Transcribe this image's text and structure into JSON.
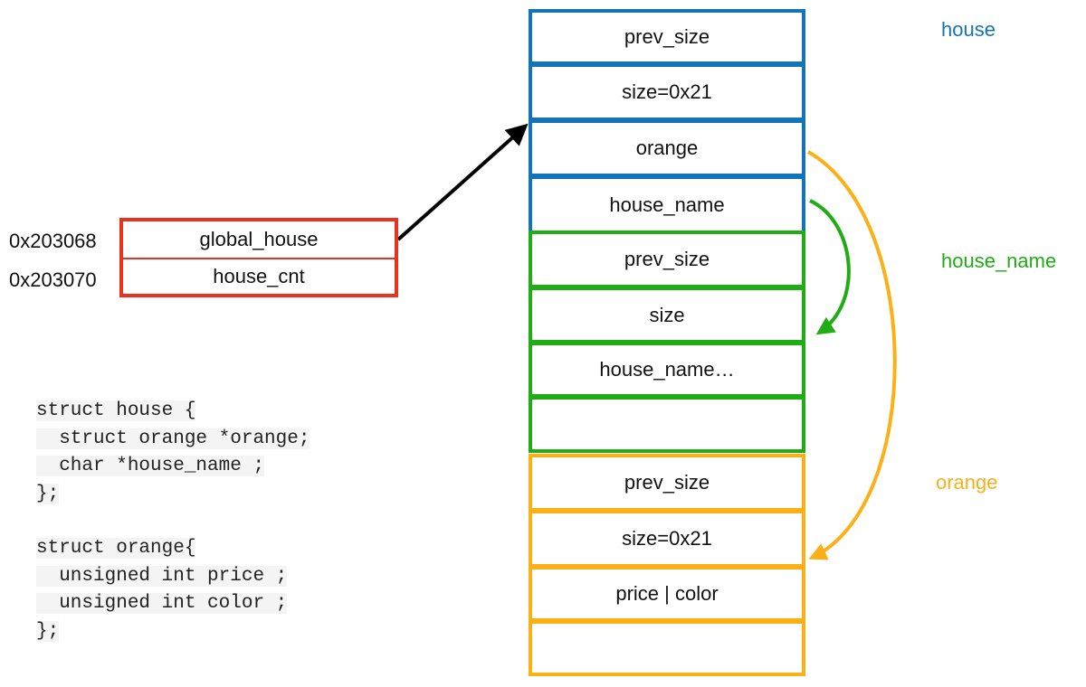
{
  "colors": {
    "house": "#1474b8",
    "house_name": "#1fac14",
    "orange": "#fbb017",
    "globals": "#e8311e",
    "pointer": "#000000"
  },
  "globals": {
    "rows": [
      {
        "address": "0x203068",
        "label": "global_house"
      },
      {
        "address": "0x203070",
        "label": "house_cnt"
      }
    ]
  },
  "heap": {
    "house": {
      "title": "house",
      "cells": [
        "prev_size",
        "size=0x21",
        "orange",
        "house_name"
      ]
    },
    "house_name": {
      "title": "house_name",
      "cells": [
        "prev_size",
        "size",
        "house_name…",
        ""
      ]
    },
    "orange": {
      "title": "orange",
      "cells": [
        "prev_size",
        "size=0x21",
        "price | color",
        ""
      ]
    }
  },
  "code": {
    "house_struct": [
      "struct house {",
      "  struct orange *orange;",
      "  char *house_name ;",
      "};"
    ],
    "orange_struct": [
      "struct orange{",
      "  unsigned int price ;",
      "  unsigned int color ;",
      "};"
    ]
  },
  "arrows": [
    {
      "from": "global_house",
      "to": "house.orange"
    },
    {
      "from": "house.house_name",
      "to": "house_name.size"
    },
    {
      "from": "house.orange",
      "to": "orange.size=0x21"
    }
  ]
}
